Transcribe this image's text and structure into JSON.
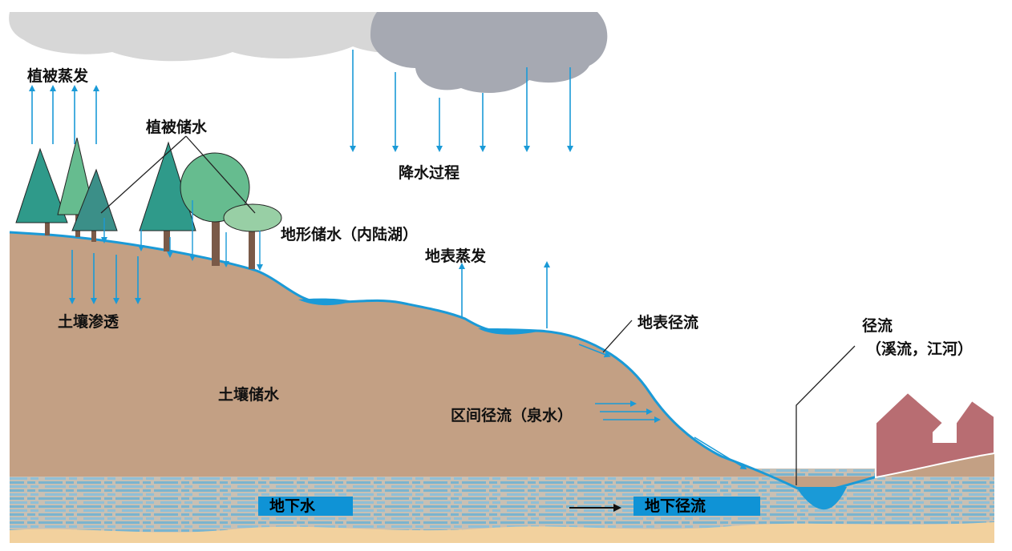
{
  "colors": {
    "soil": "#c3a084",
    "water": "#1a9ad7",
    "aquifer_stripe": "#7ab4cf",
    "bedrock": "#f2d19e",
    "cloud_light": "#d7d7d7",
    "cloud_dark": "#a6a9b2",
    "tree_dark": "#2f9a8a",
    "tree_light": "#66bc8f",
    "house": "#b86d72"
  },
  "labels": {
    "veg_evap": "植被蒸发",
    "veg_storage": "植被储水",
    "precip": "降水过程",
    "terrain_storage": "地形储水（内陆湖）",
    "surface_evap": "地表蒸发",
    "soil_infil": "土壤渗透",
    "surface_runoff": "地表径流",
    "runoff": "径流",
    "runoff_sub": "（溪流，江河）",
    "soil_storage": "土壤储水",
    "interflow": "区间径流（泉水）",
    "groundwater": "地下水",
    "groundwater_flow": "地下径流"
  }
}
